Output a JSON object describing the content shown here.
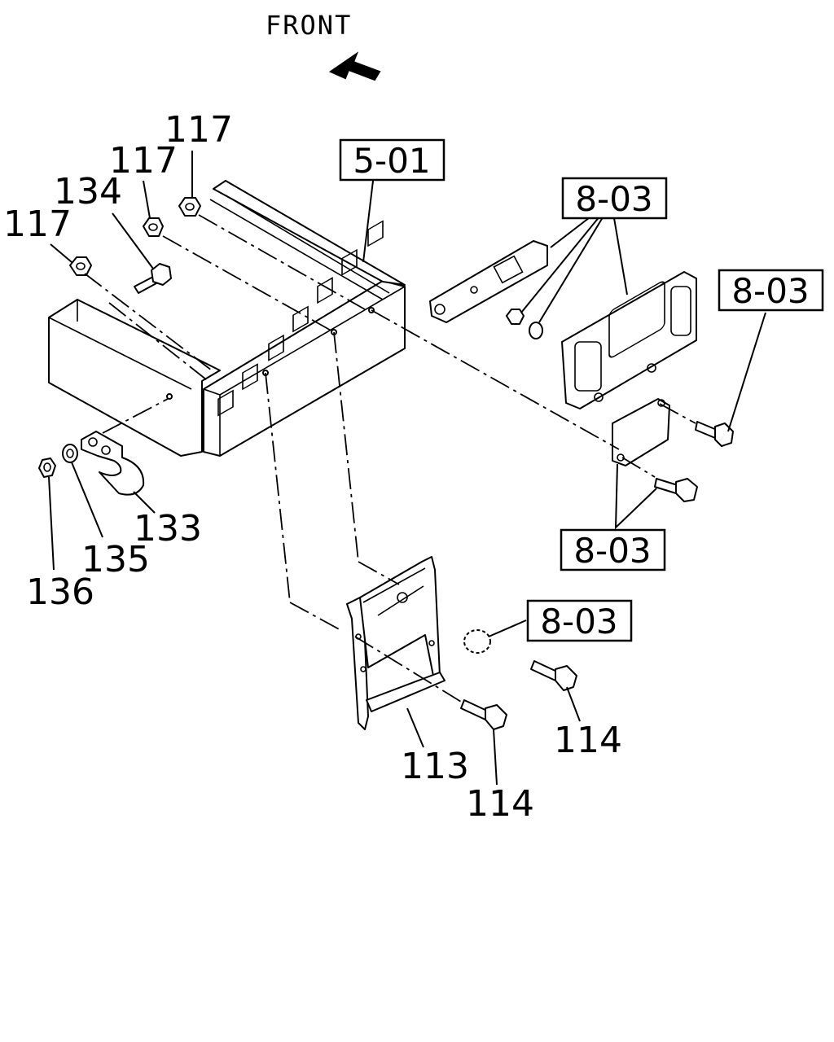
{
  "orientation": {
    "label": "FRONT",
    "icon": "front-arrow-icon"
  },
  "reference_boxes": [
    {
      "id": "ref-frame",
      "label": "5-01"
    },
    {
      "id": "ref-lamp-top",
      "label": "8-03"
    },
    {
      "id": "ref-lamp-right",
      "label": "8-03"
    },
    {
      "id": "ref-lamp-bottom",
      "label": "8-03"
    },
    {
      "id": "ref-bulb",
      "label": "8-03"
    }
  ],
  "callouts": [
    {
      "id": "c117a",
      "label": "117"
    },
    {
      "id": "c117b",
      "label": "117"
    },
    {
      "id": "c117c",
      "label": "117"
    },
    {
      "id": "c134",
      "label": "134"
    },
    {
      "id": "c133",
      "label": "133"
    },
    {
      "id": "c135",
      "label": "135"
    },
    {
      "id": "c136",
      "label": "136"
    },
    {
      "id": "c113",
      "label": "113"
    },
    {
      "id": "c114a",
      "label": "114"
    },
    {
      "id": "c114b",
      "label": "114"
    }
  ],
  "colors": {
    "ink": "#000000",
    "paper": "#ffffff"
  }
}
